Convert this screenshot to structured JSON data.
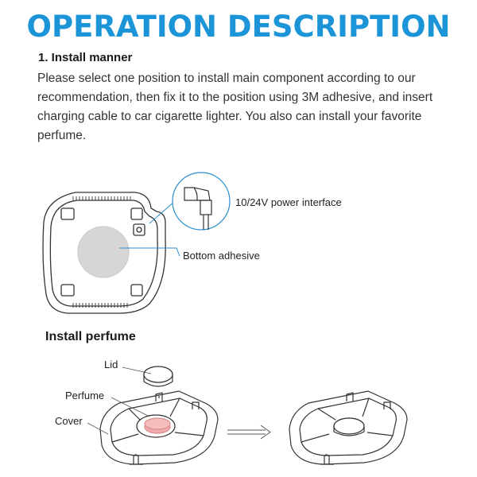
{
  "title": "OPERATION DESCRIPTION",
  "section": {
    "heading": "1. Install manner",
    "body": "Please select one position to install main component according to our recommendation, then fix it to the position using 3M adhesive, and insert charging cable to car cigarette lighter. You also can install your favorite perfume."
  },
  "diagram1": {
    "power_label": "10/24V power interface",
    "adhesive_label": "Bottom adhesive"
  },
  "perfume": {
    "heading": "Install perfume",
    "lid_label": "Lid",
    "perfume_label": "Perfume",
    "cover_label": "Cover"
  },
  "colors": {
    "title": "#1c94d8",
    "callout": "#2a8fd0",
    "perfume_pad": "#f2a9a9"
  }
}
